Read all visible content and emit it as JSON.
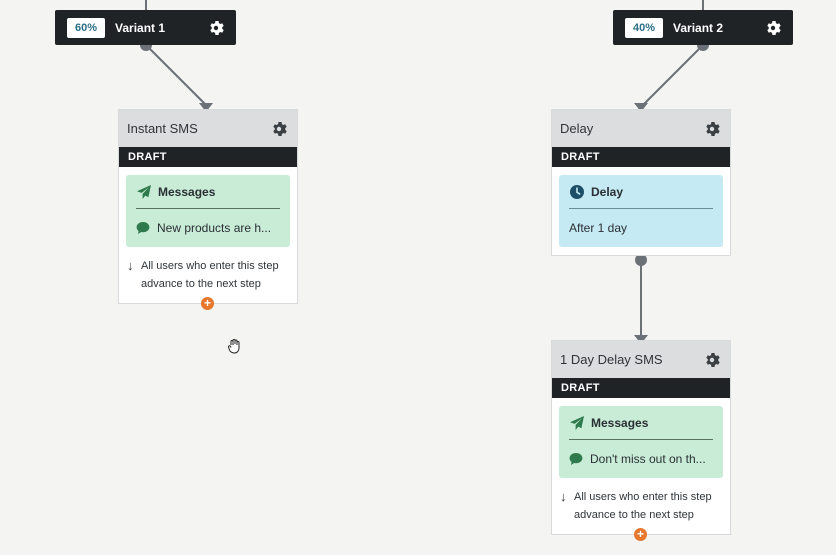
{
  "variants": [
    {
      "percent": "60%",
      "label": "Variant 1"
    },
    {
      "percent": "40%",
      "label": "Variant 2"
    }
  ],
  "steps": {
    "instant_sms": {
      "title": "Instant SMS",
      "status": "DRAFT",
      "panel_title": "Messages",
      "panel_text": "New products are h...",
      "advance_text": "All users who enter this step advance to the next step"
    },
    "delay": {
      "title": "Delay",
      "status": "DRAFT",
      "panel_title": "Delay",
      "panel_text": "After 1 day"
    },
    "day_delay_sms": {
      "title": "1 Day Delay SMS",
      "status": "DRAFT",
      "panel_title": "Messages",
      "panel_text": "Don't miss out on th...",
      "advance_text": "All users who enter this step advance to the next step"
    }
  },
  "icons": {
    "gear": "gear-icon",
    "send": "paper-plane-icon",
    "chat": "chat-bubble-icon",
    "clock": "clock-icon",
    "arrow": "arrow-down-icon",
    "add": "plus-icon",
    "cursor": "grab-hand-cursor"
  },
  "colors": {
    "dark": "#1f2326",
    "message_panel": "#c9ecd7",
    "delay_panel": "#c6eaf3",
    "add_button": "#e8772e",
    "connector": "#6b7177"
  }
}
